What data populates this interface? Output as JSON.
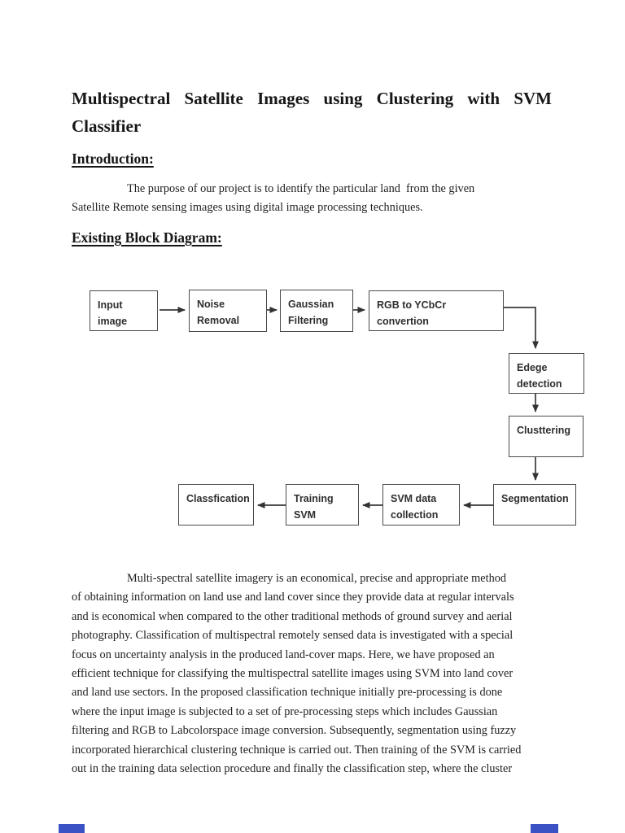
{
  "document": {
    "title": {
      "line1": "Multispectral Satellite Images using Clustering with SVM",
      "line2": "Classifier"
    },
    "introduction": {
      "heading": "Introduction:",
      "lines": [
        "The purpose of our project is to identify the particular land  from the given",
        "Satellite Remote sensing images using digital image processing techniques."
      ]
    },
    "diagram": {
      "heading": "Existing Block Diagram:",
      "boxes": [
        {
          "id": "input-image",
          "label": "Input image"
        },
        {
          "id": "noise-removal",
          "label": "Noise\nRemoval"
        },
        {
          "id": "gaussian-filtering",
          "label": "Gaussian\nFiltering"
        },
        {
          "id": "rgb-to-ycbcr",
          "label": "RGB to YCbCr convertion"
        },
        {
          "id": "edge-detection",
          "label": "Edege\ndetection"
        },
        {
          "id": "clustering",
          "label": "Clusttering"
        },
        {
          "id": "segmentation",
          "label": "Segmentation"
        },
        {
          "id": "svm-data-collection",
          "label": "SVM data\ncollection"
        },
        {
          "id": "training-svm",
          "label": "Training\nSVM"
        },
        {
          "id": "classification",
          "label": "Classfication"
        }
      ]
    },
    "body": {
      "lines": [
        "Multi-spectral satellite imagery is an economical, precise and appropriate method",
        "of obtaining information on land use and land cover since they provide data at regular intervals",
        "and is economical when compared to the other traditional methods of ground survey and aerial",
        "photography. Classification of multispectral remotely sensed data is investigated with a special",
        "focus on uncertainty analysis in the produced land-cover maps. Here, we have proposed an",
        "efficient technique for classifying the multispectral satellite images using SVM into land cover",
        "and land use sectors. In the proposed classification technique initially pre-processing is done",
        "where the input image is subjected to a set of pre-processing steps which includes Gaussian",
        "filtering and RGB to Labcolorspace image conversion. Subsequently, segmentation using fuzzy",
        "incorporated hierarchical clustering technique is carried out. Then training of the SVM is carried",
        "out in the training data selection procedure and finally the classification step, where the cluster"
      ]
    },
    "colors": {
      "edge_marker": "#3a52c4",
      "box_border": "#4a4a4a",
      "arrow": "#3a3a3a"
    }
  }
}
